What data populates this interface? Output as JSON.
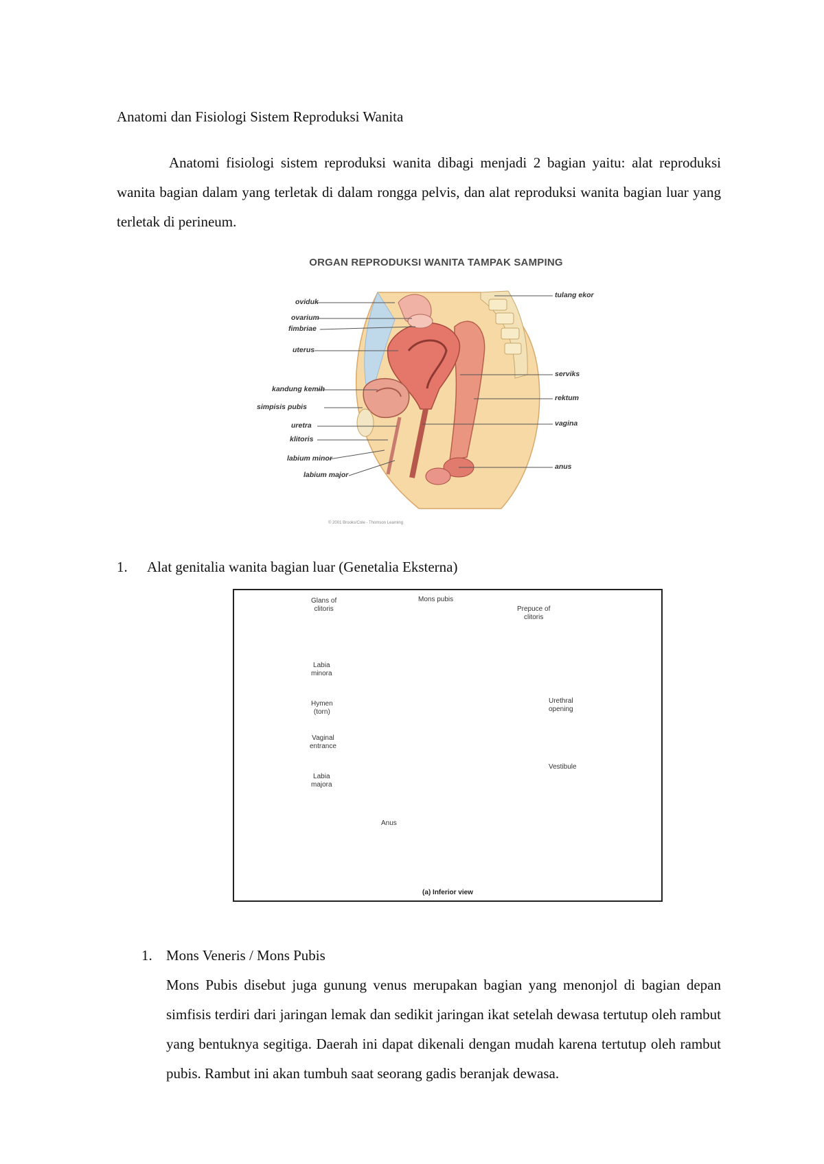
{
  "document": {
    "title": "Anatomi dan Fisiologi Sistem Reproduksi Wanita",
    "intro": "Anatomi fisiologi sistem reproduksi wanita dibagi menjadi 2 bagian yaitu: alat reproduksi wanita bagian dalam yang terletak di dalam rongga pelvis, dan alat reproduksi wanita bagian luar yang terletak di perineum."
  },
  "figure1": {
    "title": "ORGAN REPRODUKSI WANITA TAMPAK SAMPING",
    "labels_left": [
      "oviduk",
      "ovarium",
      "fimbriae",
      "uterus",
      "kandung kemih",
      "simpisis pubis",
      "uretra",
      "klitoris",
      "labium minor",
      "labium major"
    ],
    "labels_right": [
      "tulang ekor",
      "serviks",
      "rektum",
      "vagina",
      "anus"
    ],
    "credit": "© 2001 Brooks/Cole - Thomson Learning"
  },
  "section1": {
    "number": "1.",
    "heading": "Alat genitalia wanita bagian luar (Genetalia Eksterna)"
  },
  "figure2": {
    "labels": {
      "glans": "Glans of\nclitoris",
      "mons": "Mons pubis",
      "prepuce": "Prepuce of\nclitoris",
      "labia_minora": "Labia\nminora",
      "hymen": "Hymen\n(torn)",
      "vaginal": "Vaginal\nentrance",
      "labia_majora": "Labia\nmajora",
      "urethral": "Urethral\nopening",
      "vestibule": "Vestibule",
      "anus": "Anus"
    },
    "caption": "(a) Inferior view"
  },
  "subsection1": {
    "number": "1.",
    "heading": "Mons Veneris / Mons Pubis",
    "body": "Mons Pubis disebut juga gunung venus merupakan bagian yang menonjol di bagian depan simfisis terdiri dari jaringan lemak dan sedikit jaringan ikat setelah dewasa tertutup oleh rambut yang bentuknya segitiga. Daerah ini dapat dikenali dengan mudah karena tertutup oleh rambut pubis. Rambut ini akan tumbuh saat seorang gadis beranjak dewasa."
  }
}
